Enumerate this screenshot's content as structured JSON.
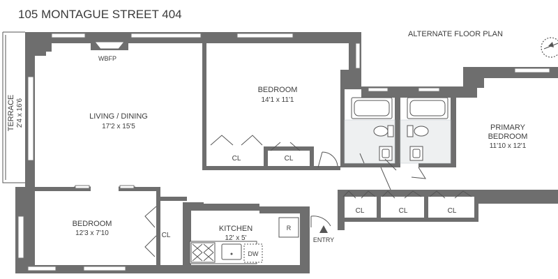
{
  "title": "105 MONTAGUE STREET 404",
  "alternate_label": "ALTERNATE FLOOR PLAN",
  "rooms": {
    "terrace": {
      "name": "TERRACE",
      "dims": "2'4 x 16'6"
    },
    "living": {
      "name": "LIVING / DINING",
      "dims": "17'2 x 15'5"
    },
    "bedroom1": {
      "name": "BEDROOM",
      "dims": "14'1 x 11'1"
    },
    "bedroom2": {
      "name": "BEDROOM",
      "dims": "12'3 x 7'10"
    },
    "primary_name_1": "PRIMARY",
    "primary_name_2": "BEDROOM",
    "primary_dims": "11'10 x 12'1",
    "kitchen": {
      "name": "KITCHEN",
      "dims": "12' x 5'"
    }
  },
  "labels": {
    "wbfp": "WBFP",
    "closet": "CL",
    "entry": "ENTRY",
    "refrigerator": "R",
    "dishwasher": "DW"
  },
  "colors": {
    "walls": "#6e6e6e",
    "bath_tile": "#eef0f1",
    "text": "#3c3c3c"
  }
}
